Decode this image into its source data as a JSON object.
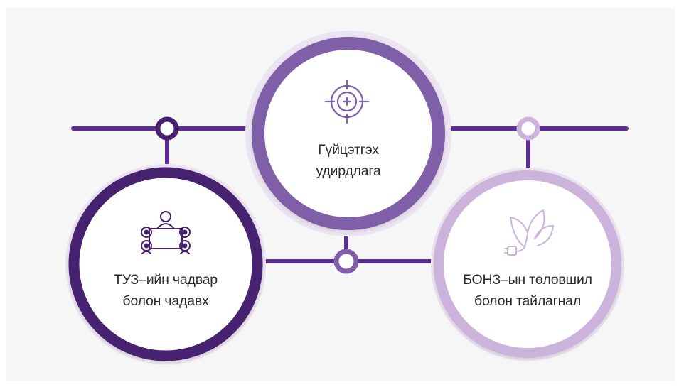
{
  "colors": {
    "background": "#ffffff",
    "panel": "#f6f6f6",
    "line": "#5c2d91",
    "dark_purple": "#47206f",
    "mid_purple": "#7e5ea8",
    "light_purple": "#cbb3dc",
    "halo": "#ece5f1",
    "text": "#2a2a2a"
  },
  "nodes": [
    {
      "id": "executive-management",
      "icon": "target-crosshair-icon",
      "lines": [
        "Гүйцэтгэх",
        "удирдлага"
      ]
    },
    {
      "id": "board-capacity",
      "icon": "board-network-icon",
      "lines": [
        "ТУЗ–ийн чадвар",
        "болон чадавх"
      ]
    },
    {
      "id": "soe-development",
      "icon": "leaf-plug-icon",
      "lines": [
        "БОНЗ–ын төлөвшил",
        "болон тайлагнал"
      ]
    }
  ]
}
